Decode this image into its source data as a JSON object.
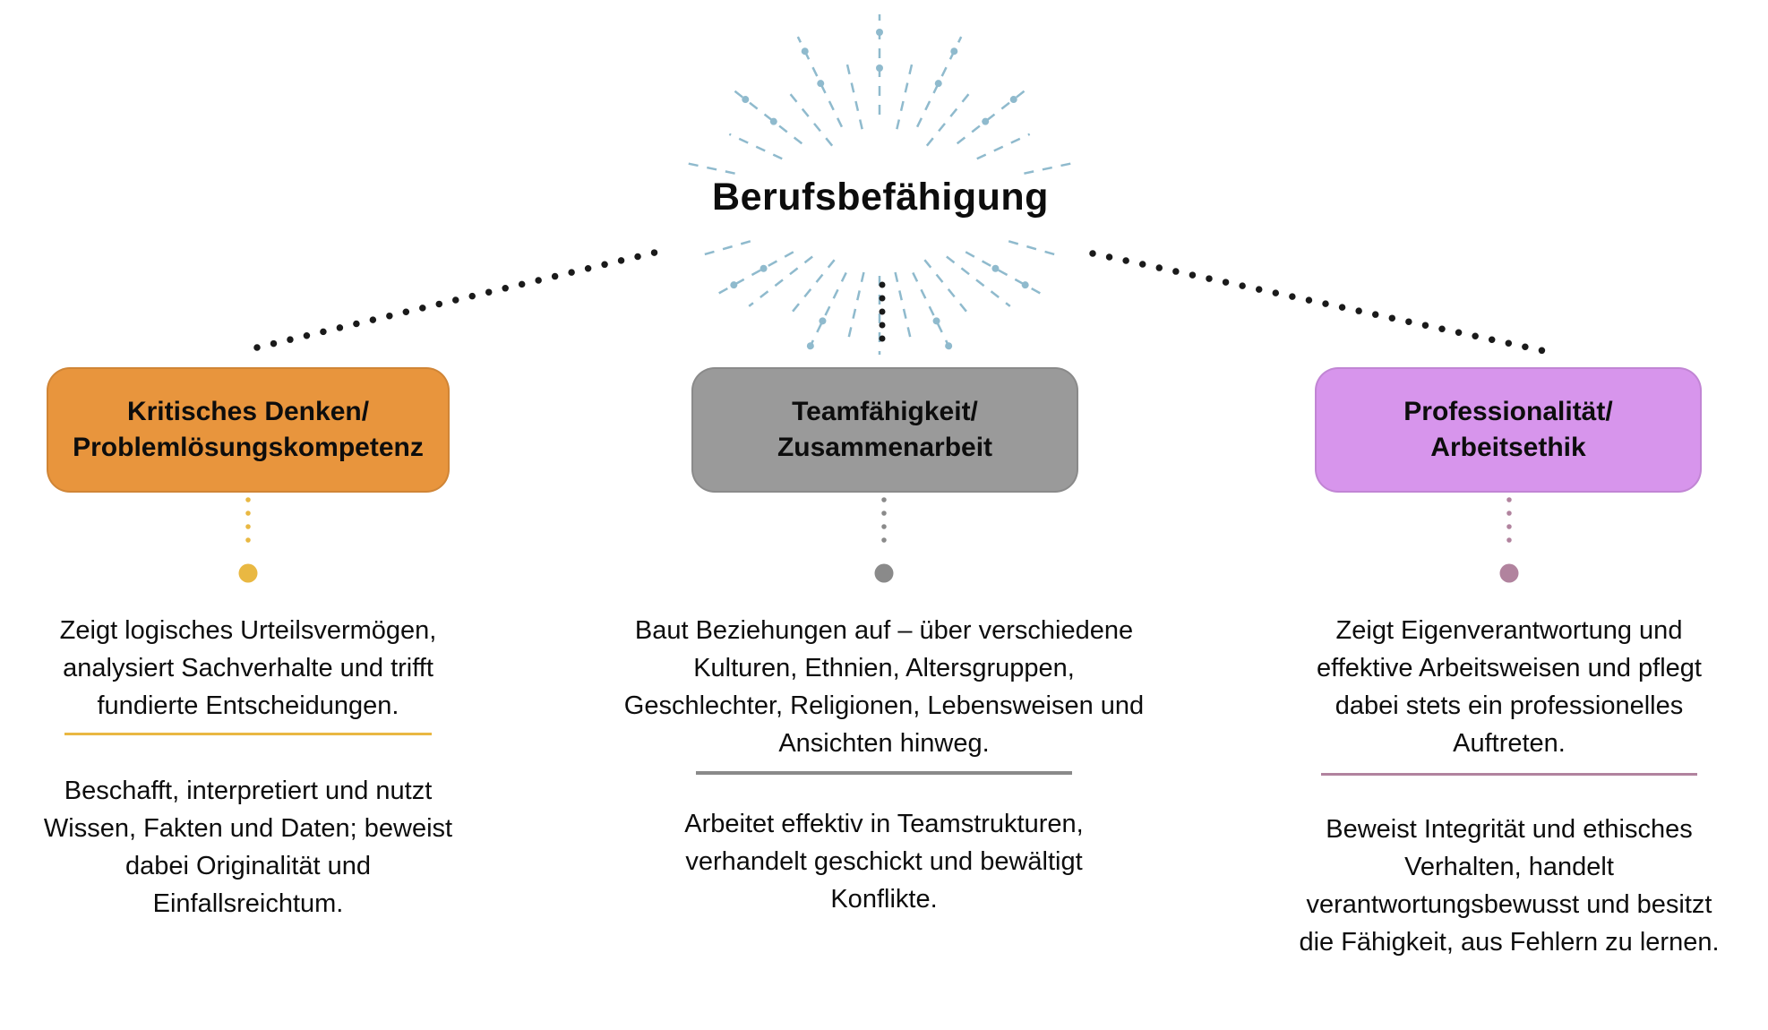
{
  "title": "Berufsbefähigung",
  "colors": {
    "orange": "#E8953D",
    "gray": "#9A9A9A",
    "purple": "#D795EC",
    "gold": "#E9B842",
    "gray-line": "#8A8A8A",
    "mauve": "#B1839E",
    "ray-blue": "#8FBACD",
    "ink": "#1A1A1A"
  },
  "columns": [
    {
      "id": "critical-thinking",
      "box_label": "Kritisches Denken/\nProblemlösungskompetenz",
      "para1": "Zeigt logisches Urteilsvermögen,\nanalysiert Sachverhalte und trifft\nfundierte Entscheidungen.",
      "para2": "Beschafft, interpretiert und nutzt\nWissen, Fakten und Daten; beweist\ndabei Originalität und\nEinfallsreichtum."
    },
    {
      "id": "teamwork",
      "box_label": "Teamfähigkeit/\nZusammenarbeit",
      "para1": "Baut Beziehungen auf – über verschiedene\nKulturen, Ethnien, Altersgruppen,\nGeschlechter, Religionen, Lebensweisen und\nAnsichten hinweg.",
      "para2": "Arbeitet effektiv in Teamstrukturen,\nverhandelt geschickt und bewältigt\nKonflikte."
    },
    {
      "id": "professionalism",
      "box_label": "Professionalität/\nArbeitsethik",
      "para1": "Zeigt Eigenverantwortung und\neffektive Arbeitsweisen und pflegt\ndabei stets ein professionelles\nAuftreten.",
      "para2": "Beweist Integrität und ethisches\nVerhalten, handelt\nverantwortungsbewusst und besitzt\ndie Fähigkeit, aus Fehlern zu lernen."
    }
  ]
}
